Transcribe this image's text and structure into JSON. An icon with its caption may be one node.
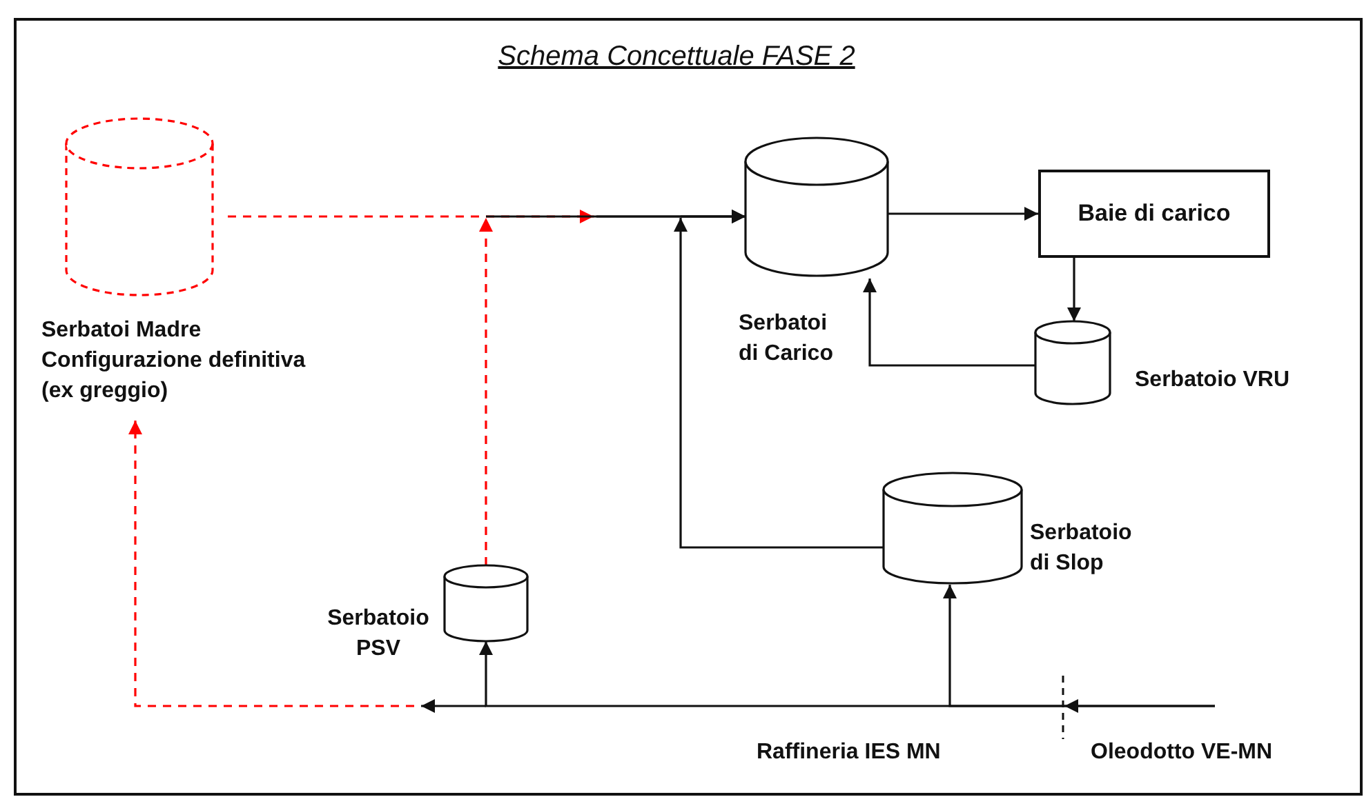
{
  "diagram": {
    "title": "Schema Concettuale FASE 2",
    "nodes": [
      {
        "text": [
          "Serbatoi Madre Configurazione definitiva (ex greggio)"
        ]
      },
      {
        "text": [
          "Serbatoi di Carico"
        ]
      },
      {
        "text": [
          "Baie di carico"
        ]
      },
      {
        "text": [
          "Serbatoio VRU"
        ]
      },
      {
        "text": [
          "Serbatoio di Slop"
        ]
      },
      {
        "text": [
          "Serbatoio PSV"
        ]
      }
    ],
    "edges": [
      {
        "from": 0,
        "to": 1,
        "arrow": "to",
        "style": "dashed",
        "color": "#ff0000"
      },
      {
        "from": 5,
        "to": 1,
        "arrow": "to",
        "style": "dashed",
        "color": "#ff0000"
      },
      {
        "from": 4,
        "to": 1,
        "arrow": "to"
      },
      {
        "from": 1,
        "to": 2,
        "arrow": "to"
      },
      {
        "from": 2,
        "to": 3,
        "arrow": "to"
      },
      {
        "from": 3,
        "to": 1,
        "arrow": "to"
      },
      {
        "from": null,
        "to": 5,
        "arrow": "to"
      },
      {
        "from": null,
        "to": 4,
        "arrow": "to"
      },
      {
        "from": null,
        "to": 0,
        "arrow": "to",
        "style": "dashed",
        "color": "#ff0000"
      }
    ],
    "labels": [
      "Raffineria IES MN",
      "Oleodotto VE-MN"
    ]
  }
}
